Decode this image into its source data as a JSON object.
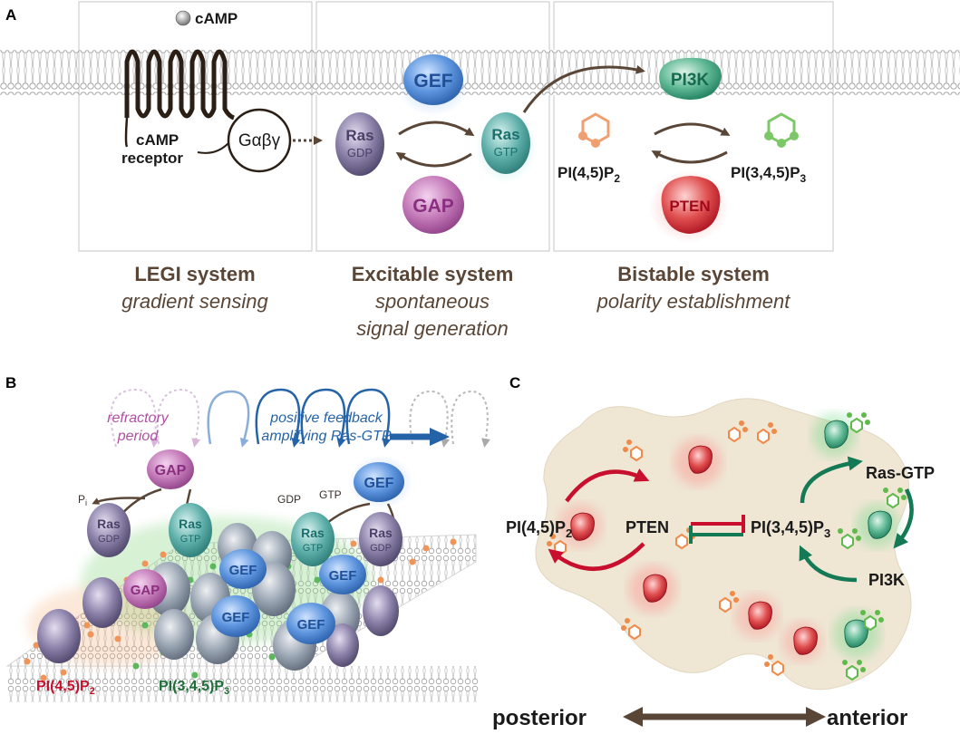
{
  "panel_a": {
    "label": "A",
    "camp": "cAMP",
    "receptor_line1": "cAMP",
    "receptor_line2": "receptor",
    "gprotein": "Gαβγ",
    "gef": "GEF",
    "gap": "GAP",
    "ras": "Ras",
    "gdp": "GDP",
    "gtp": "GTP",
    "pi3k": "PI3K",
    "pten": "PTEN",
    "pip2_base": "PI(4,5)P",
    "pip2_sub": "2",
    "pip3_base": "PI(3,4,5)P",
    "pip3_sub": "3",
    "legi_title": "LEGI system",
    "legi_sub": "gradient sensing",
    "exc_title": "Excitable system",
    "exc_sub1": "spontaneous",
    "exc_sub2": "signal generation",
    "bis_title": "Bistable system",
    "bis_sub": "polarity establishment",
    "colors": {
      "gef": "#2f6fc0",
      "gap": "#b04fa4",
      "ras_gdp": "#5b4f7a",
      "ras_gtp": "#1f8a88",
      "pi3k": "#1e8a6e",
      "pten": "#c8102e",
      "pip2": "#e8824a",
      "pip3": "#62b84c",
      "arrow": "#5a4636"
    }
  },
  "panel_b": {
    "label": "B",
    "refractory1": "refractory",
    "refractory2": "period",
    "feedback1": "positive feedback",
    "feedback2": "amplifying Ras-GTP",
    "gap": "GAP",
    "gef": "GEF",
    "ras": "Ras",
    "gdp": "GDP",
    "gtp": "GTP",
    "pi": "P",
    "pi_sub": "i",
    "gdp_label": "GDP",
    "gtp_label": "GTP",
    "pip2_base": "PI(4,5)P",
    "pip2_sub": "2",
    "pip3_base": "PI(3,4,5)P",
    "pip3_sub": "3"
  },
  "panel_c": {
    "label": "C",
    "pip2_base": "PI(4,5)P",
    "pip2_sub": "2",
    "pten": "PTEN",
    "pip3_base": "PI(3,4,5)P",
    "pip3_sub": "3",
    "rasgtp": "Ras-GTP",
    "pi3k": "PI3K",
    "posterior": "posterior",
    "anterior": "anterior"
  }
}
